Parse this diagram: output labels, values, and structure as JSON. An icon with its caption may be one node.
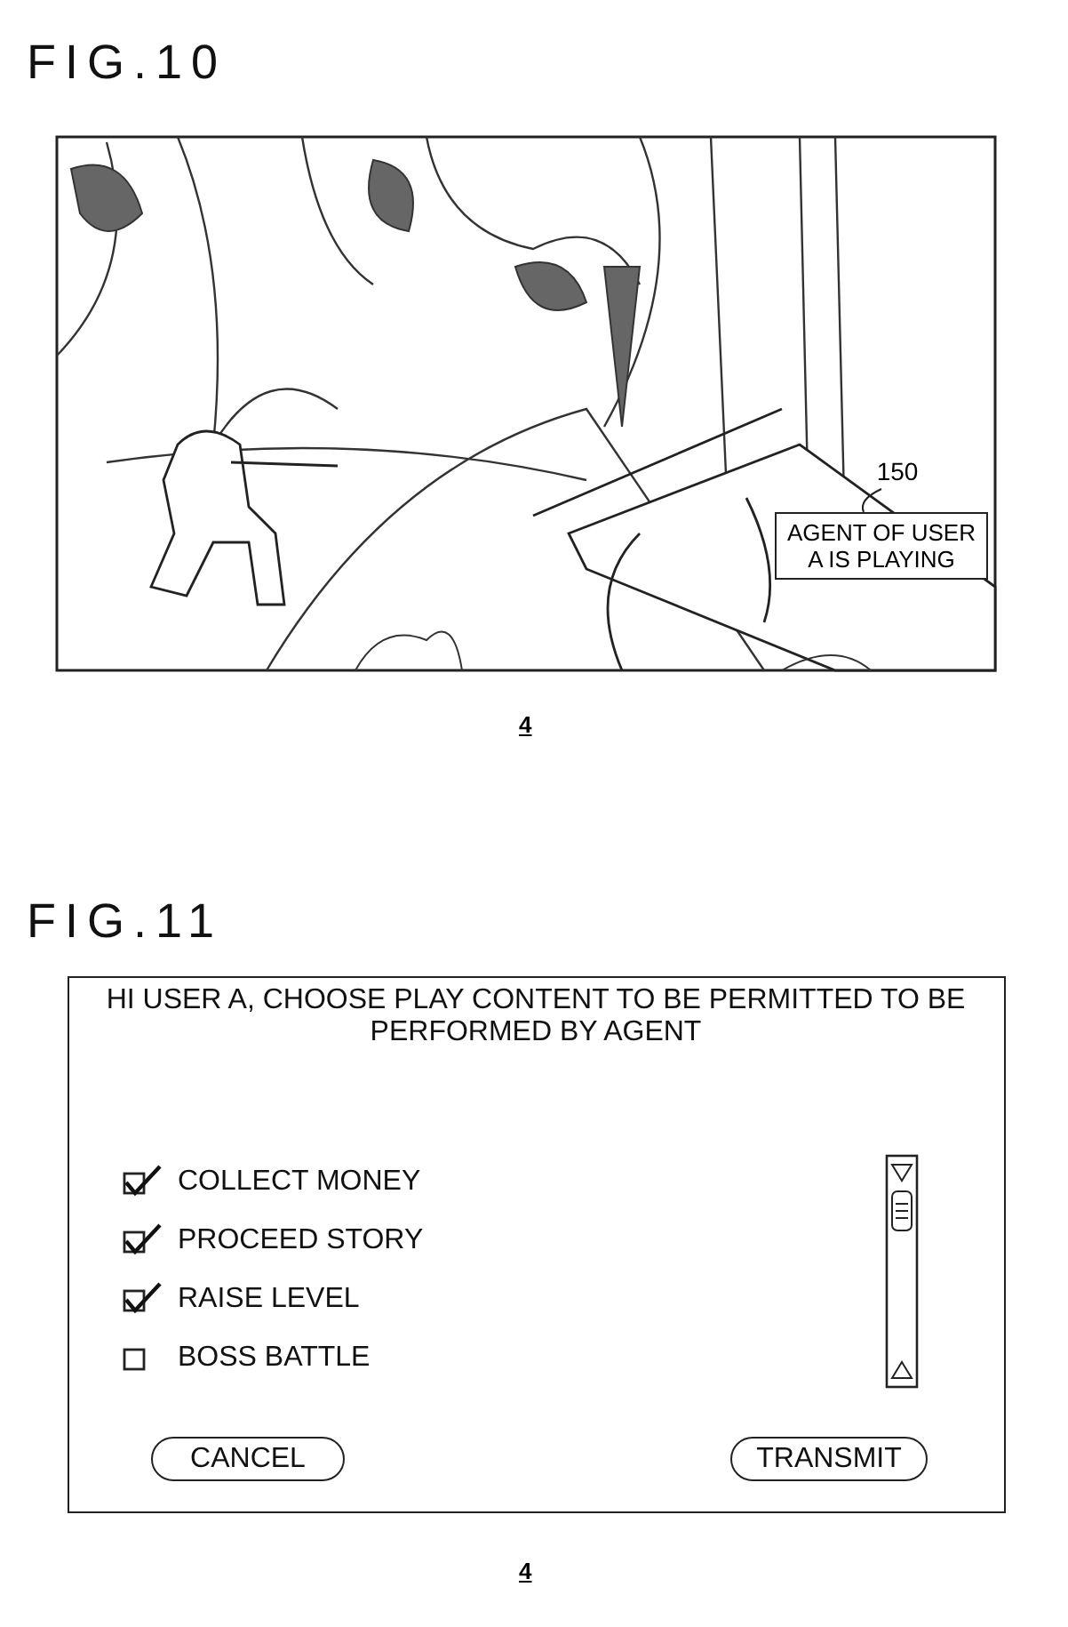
{
  "diagram": {
    "nodes": [
      {
        "text": [
          "150"
        ]
      },
      {
        "text": [
          "AGENT OF USER A IS PLAYING"
        ]
      },
      {
        "text": [
          "HI USER A, CHOOSE PLAY CONTENT TO BE PERMITTED TO BE PERFORMED BY AGENT"
        ]
      },
      {
        "text": [
          "CANCEL"
        ],
        "in": 2
      },
      {
        "text": [
          "TRANSMIT"
        ],
        "in": 2
      }
    ],
    "edges": [
      {
        "from": 0,
        "to": 1,
        "arrow": "none"
      }
    ],
    "labels": [
      "FIG.10",
      "4",
      "FIG.11",
      "COLLECT MONEY",
      "PROCEED STORY",
      "RAISE LEVEL",
      "BOSS BATTLE",
      "4"
    ]
  }
}
